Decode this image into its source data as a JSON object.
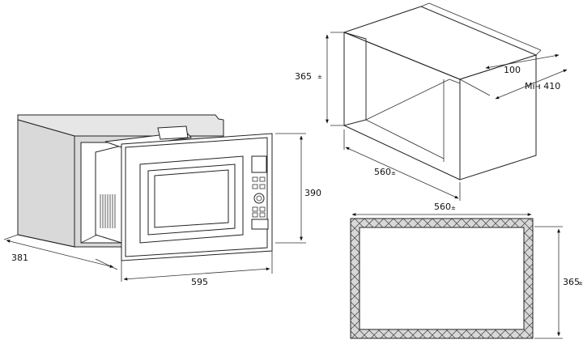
{
  "dimensions": {
    "depth_appliance": "381",
    "width_appliance": "595",
    "height_appliance": "390",
    "niche_height": "365",
    "niche_width": "560",
    "rear_gap": "100",
    "min_depth": "Мін 410",
    "front_width": "560",
    "front_height": "365"
  },
  "tolerance_mark": "±",
  "colors": {
    "line": "#222222",
    "wall": "#d9d9d9",
    "cutout": "#d8d8d8"
  }
}
